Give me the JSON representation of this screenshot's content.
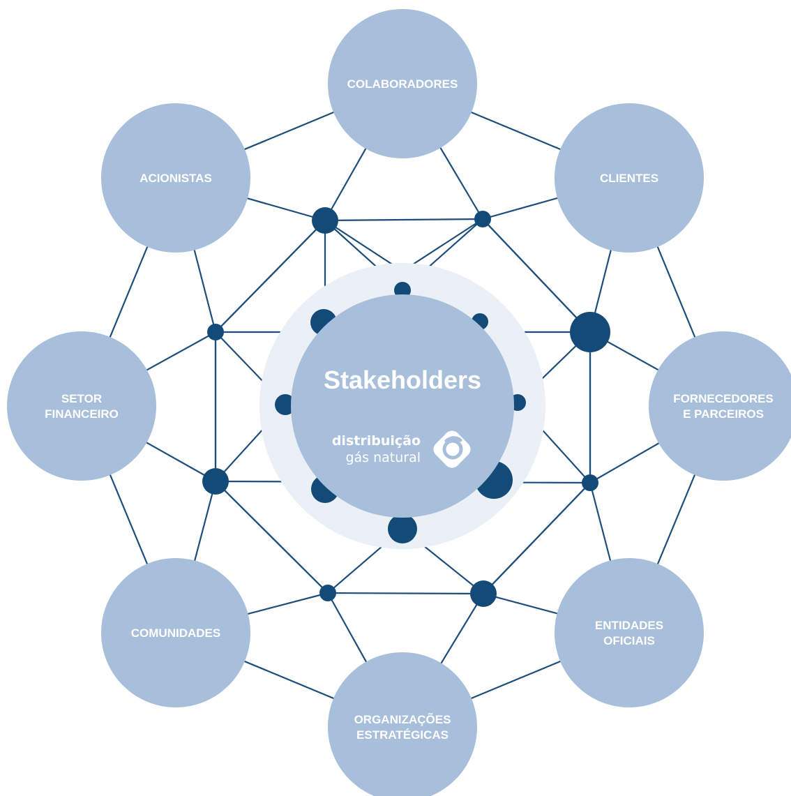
{
  "colors": {
    "circle_fill": "#a7bfda",
    "halo_fill": "#ebf0f6",
    "node_fill": "#134a78",
    "line_color": "#1d4e7b",
    "text_color": "#ffffff",
    "logo_fill": "#ffffff"
  },
  "center": {
    "title": "Stakeholders",
    "logo_line1": "distribuição",
    "logo_line2": "gás natural",
    "logo_icon": "g-diamond-logo-icon"
  },
  "stakeholders": [
    {
      "id": "colaboradores",
      "lines": [
        "COLABORADORES"
      ]
    },
    {
      "id": "clientes",
      "lines": [
        "CLIENTES"
      ]
    },
    {
      "id": "fornecedores-parceiros",
      "lines": [
        "FORNECEDORES",
        "E PARCEIROS"
      ]
    },
    {
      "id": "entidades-oficiais",
      "lines": [
        "ENTIDADES",
        "OFICIAIS"
      ]
    },
    {
      "id": "organizacoes-estrategicas",
      "lines": [
        "ORGANIZAÇÕES",
        "ESTRATÉGICAS"
      ]
    },
    {
      "id": "comunidades",
      "lines": [
        "COMUNIDADES"
      ]
    },
    {
      "id": "setor-financeiro",
      "lines": [
        "SETOR",
        "FINANCEIRO"
      ]
    },
    {
      "id": "acionistas",
      "lines": [
        "ACIONISTAS"
      ]
    }
  ]
}
